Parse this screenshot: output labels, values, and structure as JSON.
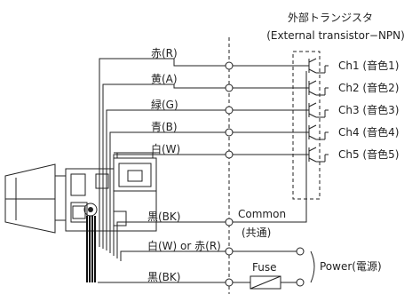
{
  "header": {
    "title_ja": "外部トランジスタ",
    "title_en": "(External transistor−NPN)"
  },
  "wires": [
    {
      "label": "赤(R)"
    },
    {
      "label": "黄(A)"
    },
    {
      "label": "緑(G)"
    },
    {
      "label": "青(B)"
    },
    {
      "label": "白(W)"
    },
    {
      "label": "黒(BK)"
    },
    {
      "label": "白(W) or 赤(R)"
    },
    {
      "label": "黒(BK)"
    }
  ],
  "channels": [
    {
      "label": "Ch1 (音色1)"
    },
    {
      "label": "Ch2 (音色2)"
    },
    {
      "label": "Ch3 (音色3)"
    },
    {
      "label": "Ch4 (音色4)"
    },
    {
      "label": "Ch5 (音色5)"
    }
  ],
  "common": {
    "label": "Common",
    "sub": "(共通)"
  },
  "fuse": {
    "label": "Fuse"
  },
  "power": {
    "label": "Power(電源)"
  }
}
